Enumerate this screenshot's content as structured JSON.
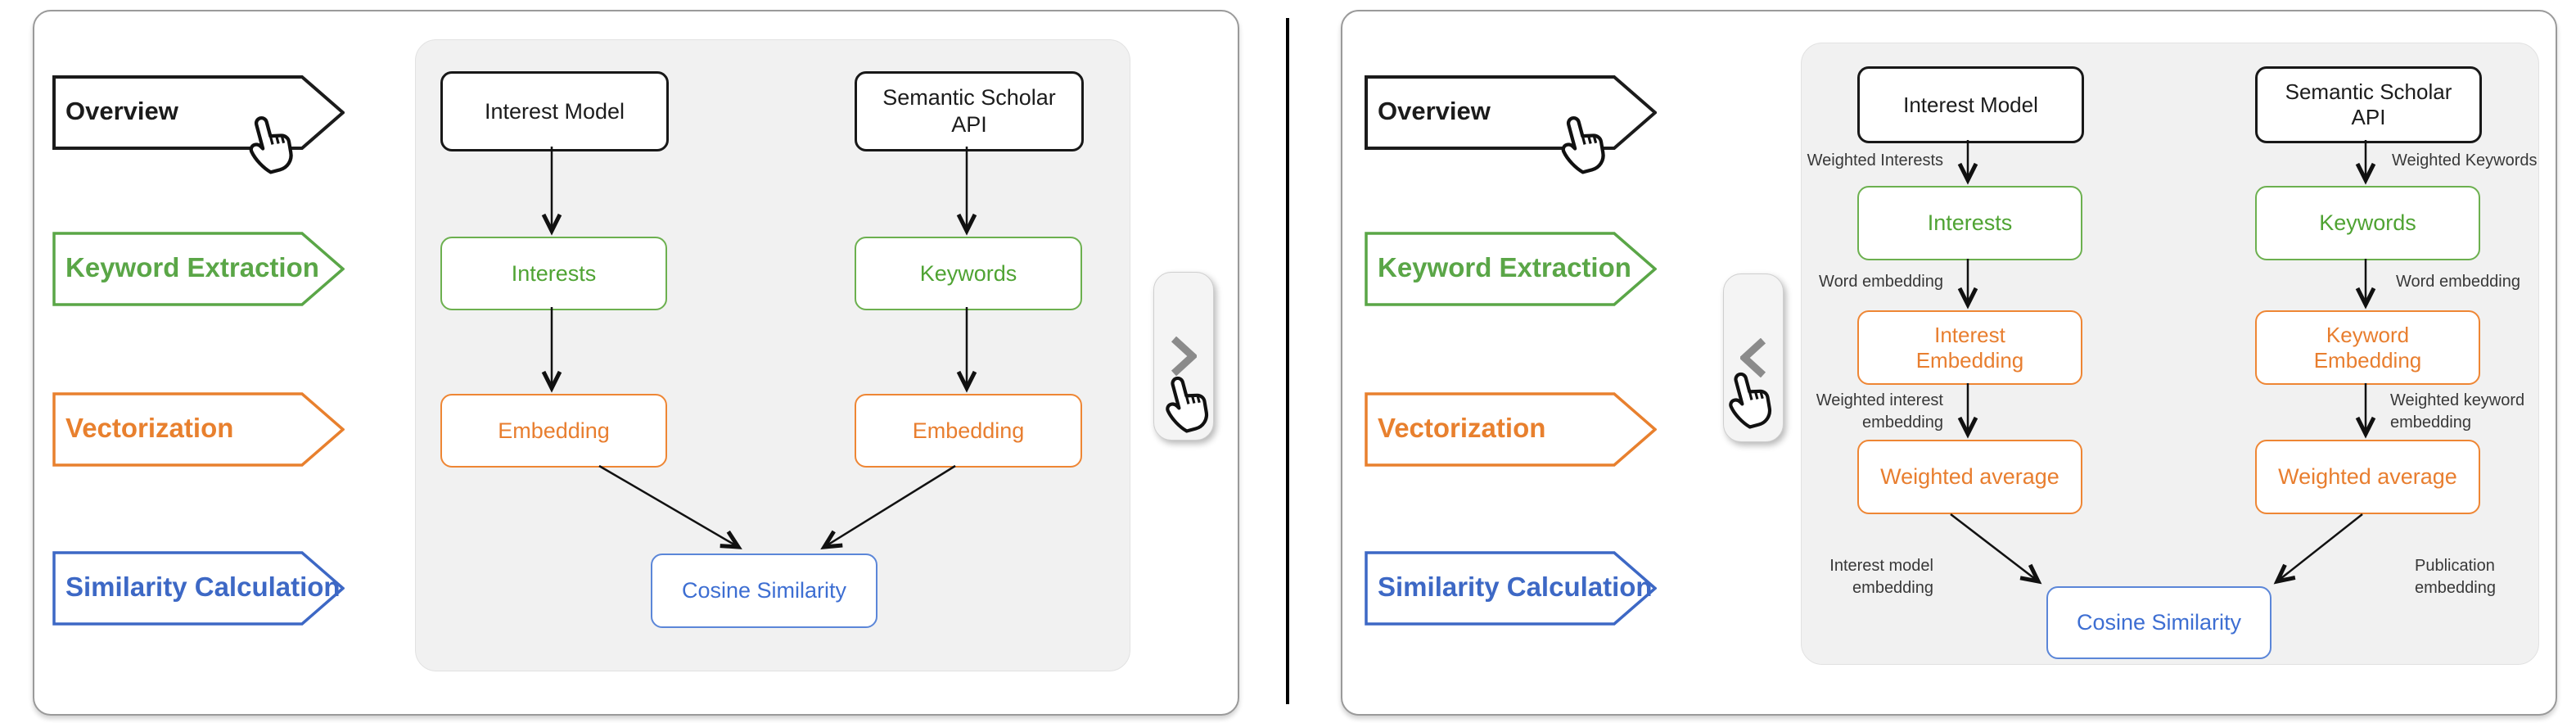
{
  "sidebar_steps": [
    {
      "label": "Overview",
      "color": "#1b1b1b"
    },
    {
      "label": "Keyword Extraction",
      "color": "#5aa647"
    },
    {
      "label": "Vectorization",
      "color": "#e8802e"
    },
    {
      "label": "Similarity Calculation",
      "color": "#3d68c5"
    }
  ],
  "left_panel": {
    "nav": {
      "direction": "next",
      "glyph": "chevron-right"
    },
    "nodes": {
      "interest_model": "Interest Model",
      "semantic_scholar_api": "Semantic Scholar\nAPI",
      "interests": "Interests",
      "keywords": "Keywords",
      "embedding_left": "Embedding",
      "embedding_right": "Embedding",
      "cosine_similarity": "Cosine Similarity"
    }
  },
  "right_panel": {
    "nav": {
      "direction": "previous",
      "glyph": "chevron-left"
    },
    "nodes": {
      "interest_model": "Interest Model",
      "semantic_scholar_api": "Semantic Scholar\nAPI",
      "interests": "Interests",
      "keywords": "Keywords",
      "interest_embedding": "Interest\nEmbedding",
      "keyword_embedding": "Keyword\nEmbedding",
      "weighted_average_left": "Weighted average",
      "weighted_average_right": "Weighted average",
      "cosine_similarity": "Cosine Similarity"
    },
    "edge_labels": {
      "weighted_interests": "Weighted Interests",
      "word_embedding_left": "Word embedding",
      "weighted_interest_embedding": "Weighted interest\nembedding",
      "interest_model_embedding": "Interest model\nembedding",
      "weighted_keywords": "Weighted Keywords",
      "word_embedding_right": "Word embedding",
      "weighted_keyword_embedding": "Weighted keyword\nembedding",
      "publication_embedding": "Publication\nembedding"
    }
  },
  "colors": {
    "step_overview": "#1b1b1b",
    "step_keyword_extraction": "#5aa647",
    "step_vectorization": "#e8802e",
    "step_similarity_calculation": "#3d68c5",
    "node_green": "#4fa333",
    "node_orange": "#e87e2f",
    "node_blue": "#3d6ed2",
    "diagram_background": "#f1f1f1",
    "nav_chevron_gray": "#8b8b8b"
  }
}
